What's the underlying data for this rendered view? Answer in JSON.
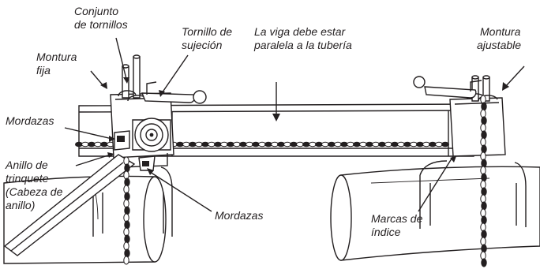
{
  "labels": {
    "conjunto_1": "Conjunto",
    "conjunto_2": "de tornillos",
    "tornillo_1": "Tornillo de",
    "tornillo_2": "sujeción",
    "viga_1": "La viga debe estar",
    "viga_2": "paralela a la tubería",
    "montura_ajustable_1": "Montura",
    "montura_ajustable_2": "ajustable",
    "montura_fija_1": "Montura",
    "montura_fija_2": "fija",
    "mordazas_left": "Mordazas",
    "anillo_1": "Anillo de",
    "anillo_2": "trinquete",
    "anillo_3": "(Cabeza de",
    "anillo_4": "anillo)",
    "mordazas_bottom": "Mordazas",
    "marcas_1": "Marcas de",
    "marcas_2": "índice"
  }
}
